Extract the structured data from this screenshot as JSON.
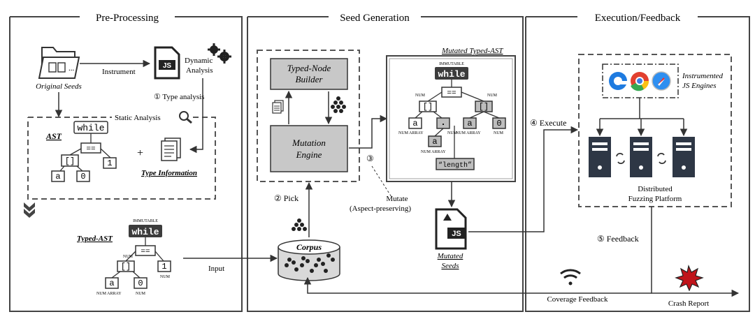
{
  "panels": {
    "preprocessing": "Pre-Processing",
    "seed_generation": "Seed Generation",
    "execution": "Execution/Feedback"
  },
  "pre": {
    "original_seeds": "Original Seeds",
    "instrument": "Instrument",
    "dynamic_analysis_1": "Dynamic",
    "dynamic_analysis_2": "Analysis",
    "type_analysis": "① Type analysis",
    "static_analysis": "Static Analysis",
    "ast": "AST",
    "type_information": "Type Information",
    "typed_ast": "Typed-AST",
    "immutable": "IMMUTABLE",
    "num": "NUM",
    "num_array": "NUM ARRAY",
    "input": "Input",
    "plus": "+",
    "ellipsis": "..."
  },
  "ast_nodes": {
    "while": "while",
    "eq": "==",
    "arr": "[]",
    "one": "1",
    "a": "a",
    "zero": "0",
    "dot": ".",
    "length": "“length”"
  },
  "seed": {
    "builder_1": "Typed-Node",
    "builder_2": "Builder",
    "engine_1": "Mutation",
    "engine_2": "Engine",
    "mutated_typed_ast": "Mutated Typed-AST",
    "pick": "② Pick",
    "step3": "③",
    "mutate_1": "Mutate",
    "mutate_2": "(Aspect-preserving)",
    "corpus": "Corpus",
    "mutated_seeds_1": "Mutated",
    "mutated_seeds_2": "Seeds"
  },
  "exec": {
    "instrumented_1": "Instrumented",
    "instrumented_2": "JS Engines",
    "execute": "④ Execute",
    "platform_1": "Distributed",
    "platform_2": "Fuzzing Platform",
    "feedback": "⑤ Feedback",
    "coverage_feedback": "Coverage Feedback",
    "crash_report": "Crash Report"
  },
  "js_label": "JS",
  "colors": {
    "node_dark": "#3c3c3c",
    "node_gray": "#bdbdbd",
    "box_gray": "#c8c8c8",
    "border": "#444444",
    "edge_blue": "#1e7be0",
    "crash_red": "#c0141a"
  }
}
